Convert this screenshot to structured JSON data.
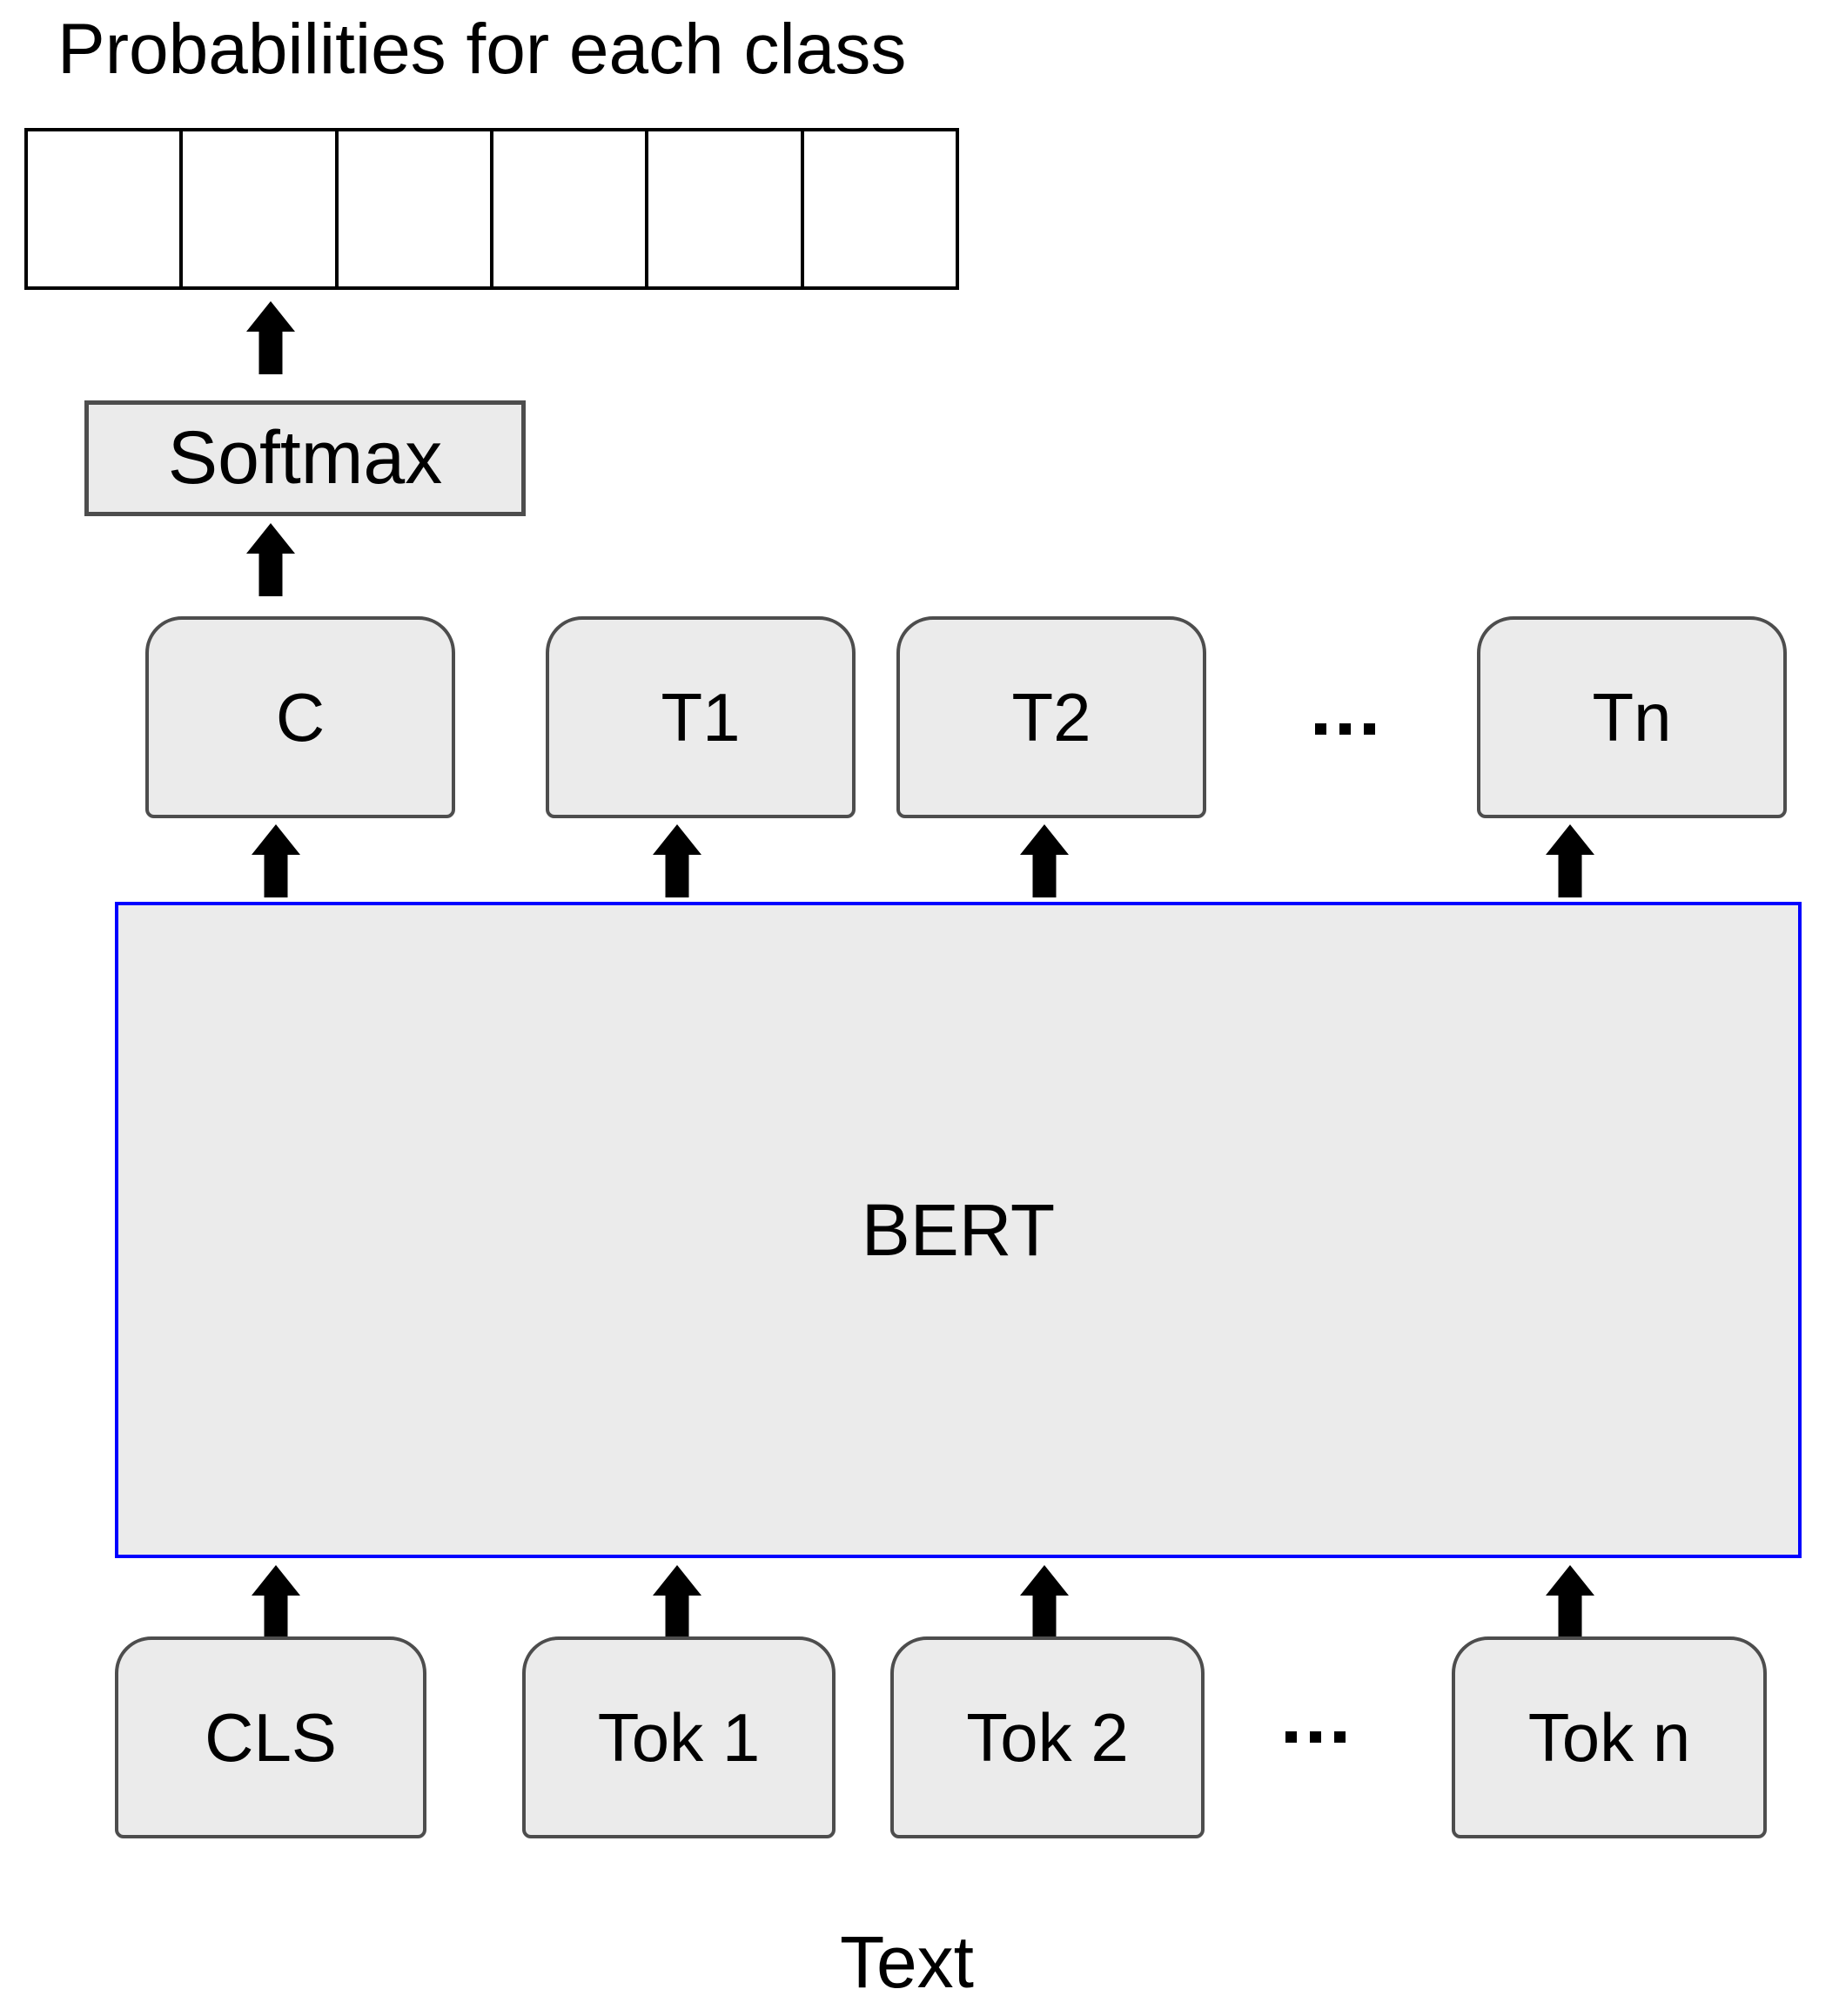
{
  "title": "Probabilities for each class",
  "probability_row": {
    "description": "empty probability cells",
    "cell_count": 6
  },
  "softmax": {
    "label": "Softmax"
  },
  "output_row": {
    "boxes": [
      {
        "label": "C"
      },
      {
        "label": "T1"
      },
      {
        "label": "T2"
      },
      {
        "label": "Tn"
      }
    ],
    "ellipsis": "..."
  },
  "bert": {
    "label": "BERT"
  },
  "input_row": {
    "boxes": [
      {
        "label": "CLS"
      },
      {
        "label": "Tok 1"
      },
      {
        "label": "Tok 2"
      },
      {
        "label": "Tok n"
      }
    ],
    "ellipsis": "..."
  },
  "footer": {
    "label": "Text"
  },
  "colors": {
    "arrow_red": "#ff0000",
    "arrow_outline": "#4d4d4d",
    "box_fill": "#ebebeb",
    "box_border": "#4d4d4d",
    "bert_border": "#0000ff",
    "prob_cell_border": "#000000",
    "text": "#000000"
  }
}
